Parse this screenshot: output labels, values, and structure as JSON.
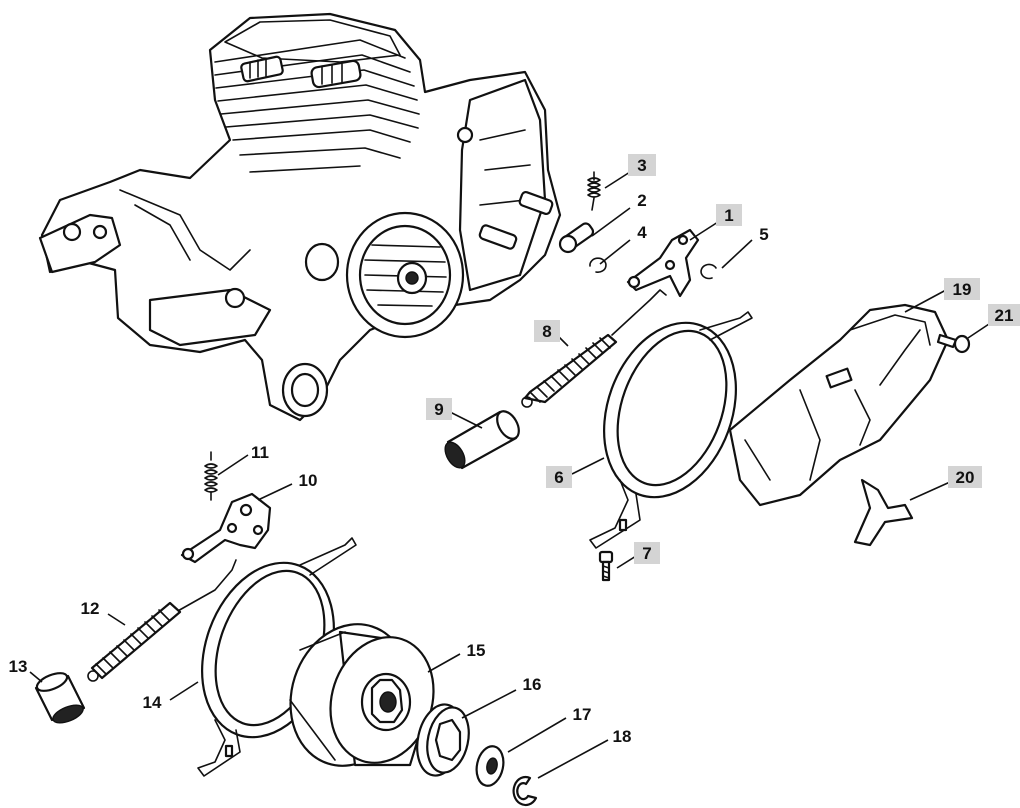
{
  "callouts": [
    {
      "id": "1",
      "label": "1",
      "highlighted": true
    },
    {
      "id": "2",
      "label": "2",
      "highlighted": false
    },
    {
      "id": "3",
      "label": "3",
      "highlighted": true
    },
    {
      "id": "4",
      "label": "4",
      "highlighted": false
    },
    {
      "id": "5",
      "label": "5",
      "highlighted": false
    },
    {
      "id": "6",
      "label": "6",
      "highlighted": true
    },
    {
      "id": "7",
      "label": "7",
      "highlighted": true
    },
    {
      "id": "8",
      "label": "8",
      "highlighted": true
    },
    {
      "id": "9",
      "label": "9",
      "highlighted": true
    },
    {
      "id": "10",
      "label": "10",
      "highlighted": false
    },
    {
      "id": "11",
      "label": "11",
      "highlighted": false
    },
    {
      "id": "12",
      "label": "12",
      "highlighted": false
    },
    {
      "id": "13",
      "label": "13",
      "highlighted": false
    },
    {
      "id": "14",
      "label": "14",
      "highlighted": false
    },
    {
      "id": "15",
      "label": "15",
      "highlighted": false
    },
    {
      "id": "16",
      "label": "16",
      "highlighted": false
    },
    {
      "id": "17",
      "label": "17",
      "highlighted": false
    },
    {
      "id": "18",
      "label": "18",
      "highlighted": false
    },
    {
      "id": "19",
      "label": "19",
      "highlighted": true
    },
    {
      "id": "20",
      "label": "20",
      "highlighted": true
    },
    {
      "id": "21",
      "label": "21",
      "highlighted": true
    }
  ],
  "colors": {
    "line": "#111111",
    "highlight": "#d4d4d4",
    "background": "#ffffff"
  }
}
